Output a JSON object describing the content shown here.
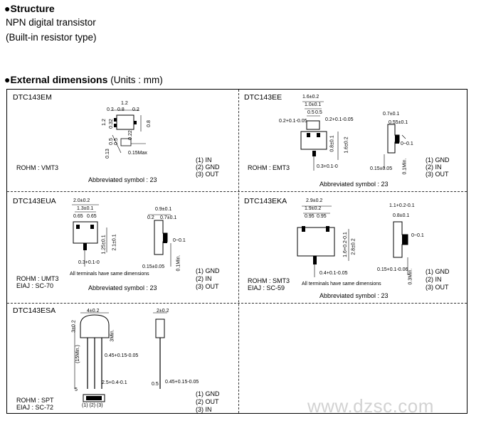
{
  "structure": {
    "heading": "Structure",
    "line1": "NPN digital transistor",
    "line2": "(Built-in resistor type)"
  },
  "external": {
    "heading": "External dimensions",
    "units": "(Units : mm)"
  },
  "cells": {
    "em": {
      "name": "DTC143EM",
      "rohm": "ROHM : VMT3",
      "pins": [
        "(1) IN",
        "(2) GND",
        "(3) OUT"
      ],
      "symbol": "Abbreviated symbol : 23",
      "dims": [
        "1.2",
        "0.2",
        "0.8",
        "0.2",
        "1.2",
        "0.32",
        "0.5",
        "0.5",
        "0.8",
        "0.22",
        "0.13",
        "0.15Max"
      ]
    },
    "ee": {
      "name": "DTC143EE",
      "rohm": "ROHM : EMT3",
      "pins": [
        "(1) GND",
        "(2) IN",
        "(3) OUT"
      ],
      "symbol": "Abbreviated symbol : 23",
      "dims": [
        "1.6±0.2",
        "1.0±0.1",
        "0.5",
        "0.5",
        "0.2+0.1-0.05",
        "0.2+0.1-0.05",
        "0.8±0.1",
        "1.6±0.2",
        "0.3+0.1-0",
        "0.7±0.1",
        "0.55±0.1",
        "0~0.1",
        "0.15±0.05",
        "0.1Min."
      ]
    },
    "eua": {
      "name": "DTC143EUA",
      "rohm": "ROHM : UMT3",
      "eiaj": "EIAJ : SC-70",
      "pins": [
        "(1) GND",
        "(2) IN",
        "(3) OUT"
      ],
      "symbol": "Abbreviated symbol : 23",
      "note": "All terminals have same dimensions",
      "dims": [
        "2.0±0.2",
        "1.3±0.1",
        "0.65",
        "0.65",
        "0.9±0.1",
        "0.2",
        "0.7±0.1",
        "1.25±0.1",
        "2.1±0.1",
        "0~0.1",
        "0.3+0.1-0",
        "0.15±0.05",
        "0.1Min."
      ]
    },
    "eka": {
      "name": "DTC143EKA",
      "rohm": "ROHM : SMT3",
      "eiaj": "EIAJ : SC-59",
      "pins": [
        "(1) GND",
        "(2) IN",
        "(3) OUT"
      ],
      "symbol": "Abbreviated symbol : 23",
      "note": "All terminals have same dimensions",
      "dims": [
        "2.9±0.2",
        "1.9±0.2",
        "0.95",
        "0.95",
        "1.1+0.2-0.1",
        "0.8±0.1",
        "1.6+0.2-0.1",
        "2.8±0.2",
        "0~0.1",
        "0.4+0.1-0.05",
        "0.15+0.1-0.06",
        "0.3Min."
      ]
    },
    "esa": {
      "name": "DTC143ESA",
      "rohm": "ROHM : SPT",
      "eiaj": "EIAJ : SC-72",
      "pins": [
        "(1) GND",
        "(2) OUT",
        "(3) IN"
      ],
      "bottom_pins": "(1)  (2)  (3)",
      "dims": [
        "4±0.2",
        "2±0.2",
        "3±0.2",
        "3Min.",
        "(15Min.)",
        "0.45+0.15-0.05",
        "2.5+0.4-0.1",
        "5",
        "0.5",
        "0.45+0.15-0.05"
      ]
    }
  },
  "watermark": "www.dzsc.com"
}
